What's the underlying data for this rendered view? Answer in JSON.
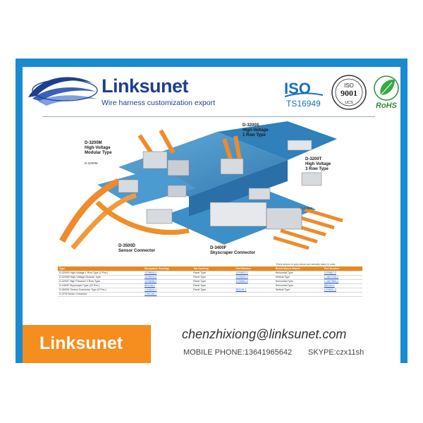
{
  "header": {
    "brand": "Linksunet",
    "tagline": "Wire harness customization export",
    "cert_iso_ts": {
      "mark": "ISO",
      "sub": "TS16949"
    },
    "cert_iso_9001": {
      "top": "ISO",
      "mid": "9001",
      "bottom": "UCS"
    },
    "cert_rohs": "RoHS"
  },
  "illustration": {
    "labels": {
      "d3200m": "D-3200M",
      "d3200m_sub1": "High-Voltage",
      "d3200m_sub2": "Modular Type",
      "d3200m_board": "D-3200M",
      "d3200s": "D-3200S",
      "d3200s_sub1": "High-Voltage",
      "d3200s_sub2": "1 Row Type",
      "d3200t": "D-3200T",
      "d3200t_sub1": "High Voltage",
      "d3200t_sub2": "3 Row Type",
      "d3400f_top": "D-3400F",
      "d3500d": "D-3500D",
      "d3500d_sub": "Sensor Connector",
      "d3400f": "D-3400F",
      "d3400f_sub": "Skyscraper Connector"
    }
  },
  "table": {
    "note": "Parts shown in grey above are actually black in color",
    "headers": [
      "Type",
      "Receptacle Housing",
      "Tab Housing",
      "Part Number",
      "Board Mount Header",
      "Part Number"
    ],
    "rows": [
      [
        "D-3200S High-Voltage 1 Row Type (2 Pos.)",
        "1376818-2",
        "Panel Type",
        "1376823-2",
        "Horizontal Type",
        "1376827-2"
      ],
      [
        "D-3200M High-Voltage Modular Type",
        "1376919-2",
        "Panel Type",
        "1376923-2",
        "Vertical Type",
        "1-1827240-2"
      ],
      [
        "D-3200T High Pressure 3-Row Type",
        "1376838-2",
        "Panel Type",
        "1376841-2",
        "Horizontal Type",
        "1-1827863-1"
      ],
      [
        "D-3400F Skyscraper Type (20 Pos.)",
        "891148-2",
        "Panel Type",
        "-",
        "Horizontal Type",
        "891149-1"
      ],
      [
        "D-3500D Sensor Connector Type (3 Pos.)",
        "1763510-1",
        "Panel Type",
        "891149-1",
        "Vertical Type",
        "1376921-2"
      ],
      [
        "D-3700 Motor Connector",
        "1763140-1",
        "-",
        "-",
        "-",
        "-"
      ]
    ]
  },
  "footer": {
    "brand": "Linksunet",
    "email": "chenzhixiong@linksunet.com",
    "phone": "MOBILE PHONE:13641965642",
    "skype": "SKYPE:czx11sh"
  },
  "colors": {
    "frame_blue": "#1a8bd0",
    "brand_navy": "#1f3f8f",
    "accent_orange": "#f58e1e"
  }
}
